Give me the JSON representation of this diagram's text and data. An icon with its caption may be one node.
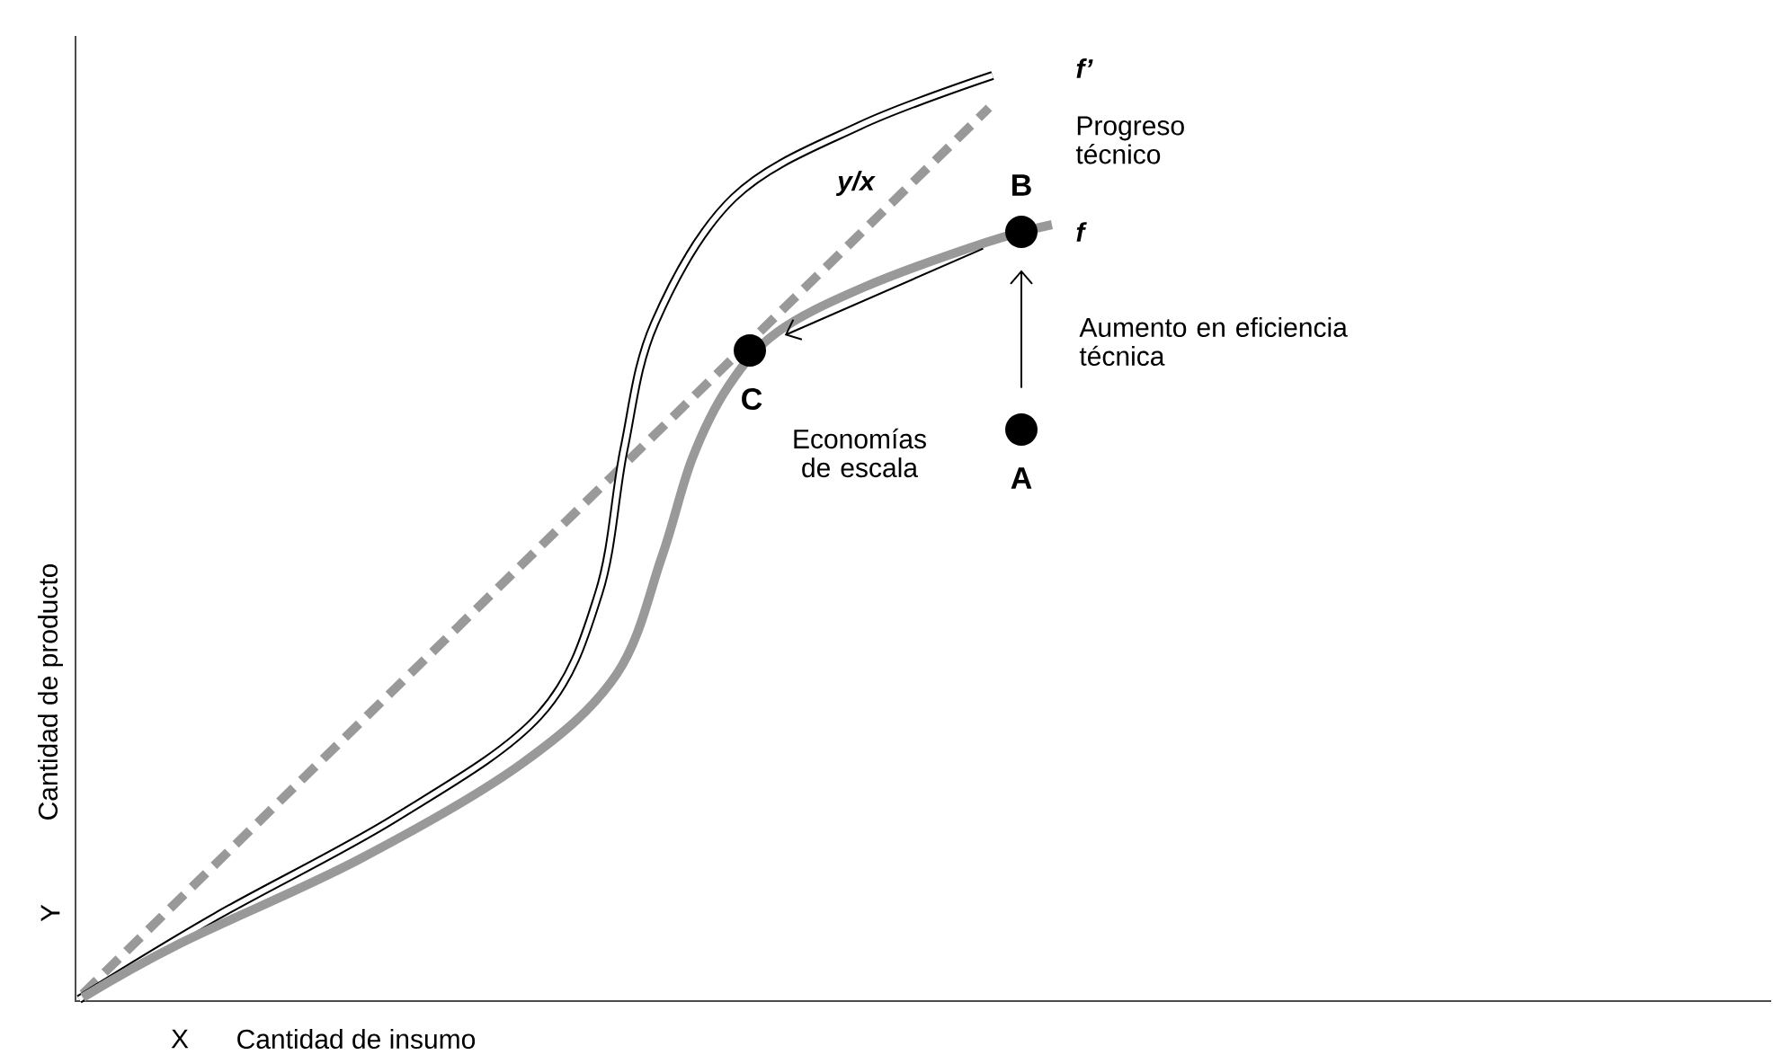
{
  "diagram": {
    "nodes": [
      {
        "text": [],
        "shape": "circle",
        "beside": [
          "B"
        ]
      },
      {
        "text": [],
        "shape": "circle",
        "beside": [
          "C"
        ]
      },
      {
        "text": [],
        "shape": "circle",
        "beside": [
          "A"
        ]
      }
    ],
    "edges": [
      {
        "from": 2,
        "to": 0,
        "arrow": "to"
      },
      {
        "from": 0,
        "to": 1,
        "arrow": "to"
      }
    ],
    "labels": [
      "f’",
      "Progreso técnico",
      "y/x",
      "f",
      "Aumento en eficiencia técnica",
      "Economías de escala",
      "Y",
      "Cantidad de producto",
      "X",
      "Cantidad de insumo"
    ]
  }
}
